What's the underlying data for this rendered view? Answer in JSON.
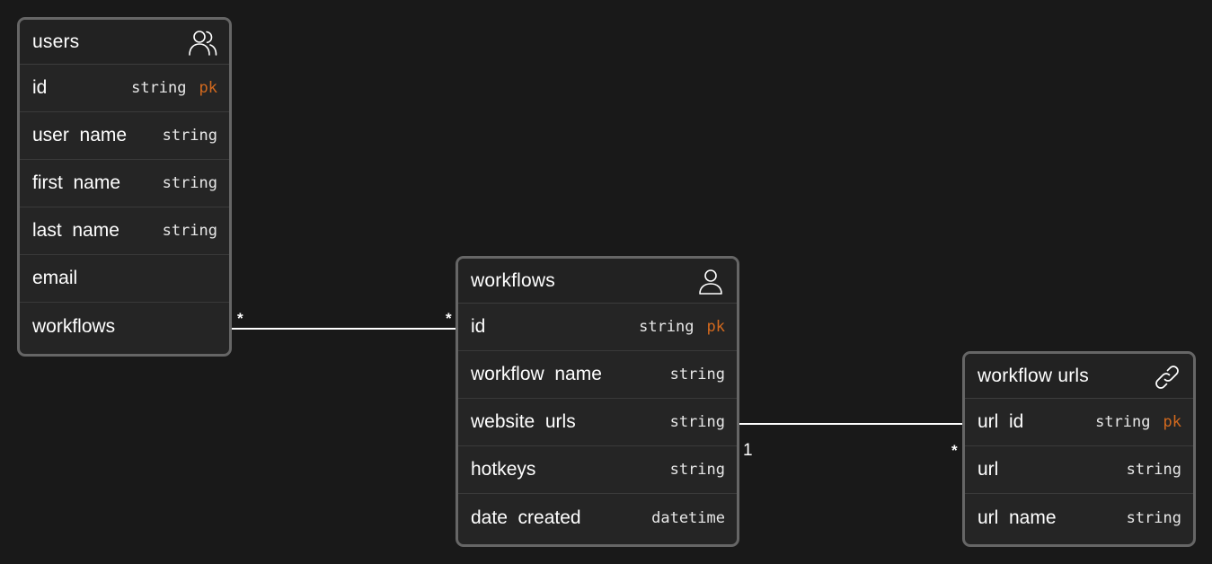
{
  "entities": {
    "users": {
      "title": "users",
      "icon": "users-icon",
      "fields": [
        {
          "name": "id",
          "type": "string",
          "pk": "pk"
        },
        {
          "name": "user  name",
          "type": "string",
          "pk": ""
        },
        {
          "name": "first  name",
          "type": "string",
          "pk": ""
        },
        {
          "name": "last  name",
          "type": "string",
          "pk": ""
        },
        {
          "name": "email",
          "type": "",
          "pk": ""
        },
        {
          "name": "workflows",
          "type": "",
          "pk": ""
        }
      ]
    },
    "workflows": {
      "title": "workflows",
      "icon": "user-icon",
      "fields": [
        {
          "name": "id",
          "type": "string",
          "pk": "pk"
        },
        {
          "name": "workflow  name",
          "type": "string",
          "pk": ""
        },
        {
          "name": "website  urls",
          "type": "string",
          "pk": ""
        },
        {
          "name": "hotkeys",
          "type": "string",
          "pk": ""
        },
        {
          "name": "date  created",
          "type": "datetime",
          "pk": ""
        }
      ]
    },
    "workflow_urls": {
      "title": "workflow  urls",
      "icon": "link-icon",
      "fields": [
        {
          "name": "url  id",
          "type": "string",
          "pk": "pk"
        },
        {
          "name": "url",
          "type": "string",
          "pk": ""
        },
        {
          "name": "url  name",
          "type": "string",
          "pk": ""
        }
      ]
    }
  },
  "relationships": [
    {
      "from": "users.workflows",
      "to": "workflows.id",
      "from_cardinality": "*",
      "to_cardinality": "*"
    },
    {
      "from": "workflows.website urls",
      "to": "workflow_urls.url id",
      "from_cardinality": "1",
      "to_cardinality": "*"
    }
  ],
  "colors": {
    "background": "#191919",
    "card": "#252525",
    "border": "#666666",
    "pk": "#d2691e"
  }
}
